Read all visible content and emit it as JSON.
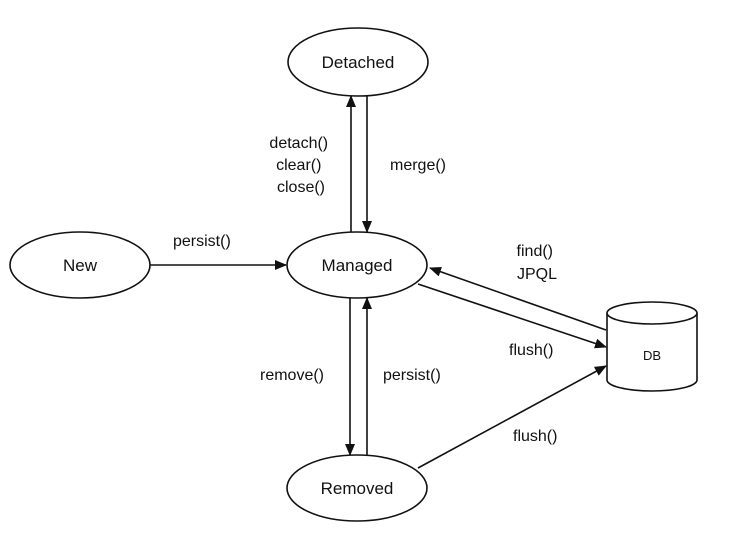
{
  "states": {
    "detached": "Detached",
    "new": "New",
    "managed": "Managed",
    "removed": "Removed"
  },
  "db": {
    "label": "DB"
  },
  "edges": {
    "detach": [
      "detach()",
      "clear()",
      "close()"
    ],
    "merge": "merge()",
    "persist_new": "persist()",
    "find": [
      "find()",
      "JPQL"
    ],
    "flush_managed": "flush()",
    "remove": "remove()",
    "persist_removed": "persist()",
    "flush_removed": "flush()"
  },
  "colors": {
    "stroke": "#111111",
    "fill": "#ffffff"
  }
}
